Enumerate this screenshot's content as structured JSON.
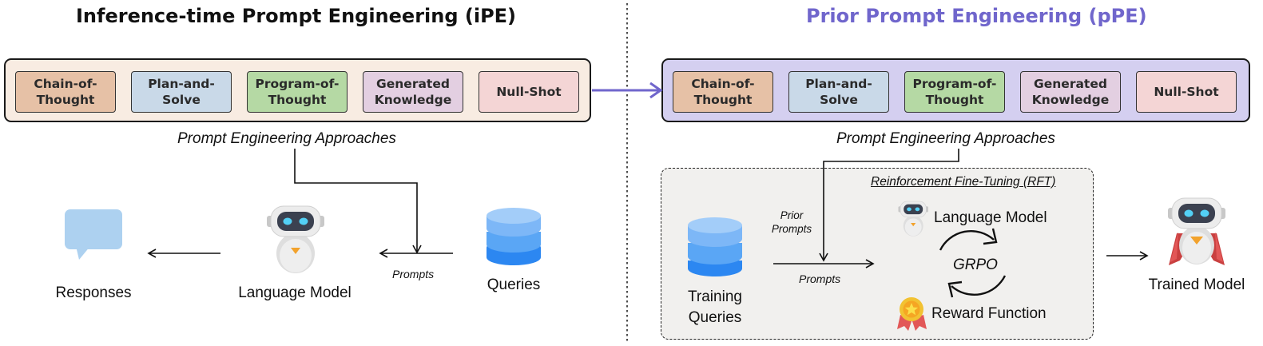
{
  "left": {
    "title": "Inference-time Prompt Engineering (iPE)",
    "approaches_caption": "Prompt Engineering Approaches",
    "responses_label": "Responses",
    "model_label": "Language Model",
    "prompts_label": "Prompts",
    "queries_label": "Queries"
  },
  "right": {
    "title": "Prior Prompt Engineering (pPE)",
    "approaches_caption": "Prompt Engineering Approaches",
    "rft_title": "Reinforcement Fine-Tuning (RFT)",
    "prior_prompts_label": "Prior\nPrompts",
    "prompts_label": "Prompts",
    "training_queries_label": "Training\nQueries",
    "model_label": "Language Model",
    "grpo_label": "GRPO",
    "reward_label": "Reward Function",
    "trained_label": "Trained Model"
  },
  "approaches": [
    {
      "label": "Chain-of-\nThought",
      "color": "#e6c1a6"
    },
    {
      "label": "Plan-and-\nSolve",
      "color": "#c9d9e8"
    },
    {
      "label": "Program-of-\nThought",
      "color": "#b5d9a4"
    },
    {
      "label": "Generated\nKnowledge",
      "color": "#e3cfe1"
    },
    {
      "label": "Null-Shot",
      "color": "#f4d5d5"
    }
  ],
  "colors": {
    "left_panel_bg": "#f8ece2",
    "right_panel_bg": "#d4cff0",
    "right_title": "#7066cc",
    "connector_arrow": "#7066cc",
    "rft_bg": "#f1f0ee",
    "bubble": "#add1f0",
    "db_light": "#97c8f7",
    "db_mid": "#5aa6f5",
    "db_dark": "#2c87f1"
  },
  "icons": {
    "bubble": "speech-bubble-icon",
    "robot": "robot-icon",
    "database": "database-icon",
    "cycle": "cycle-arrows-icon",
    "medal": "medal-icon",
    "caped_robot": "caped-robot-icon"
  }
}
